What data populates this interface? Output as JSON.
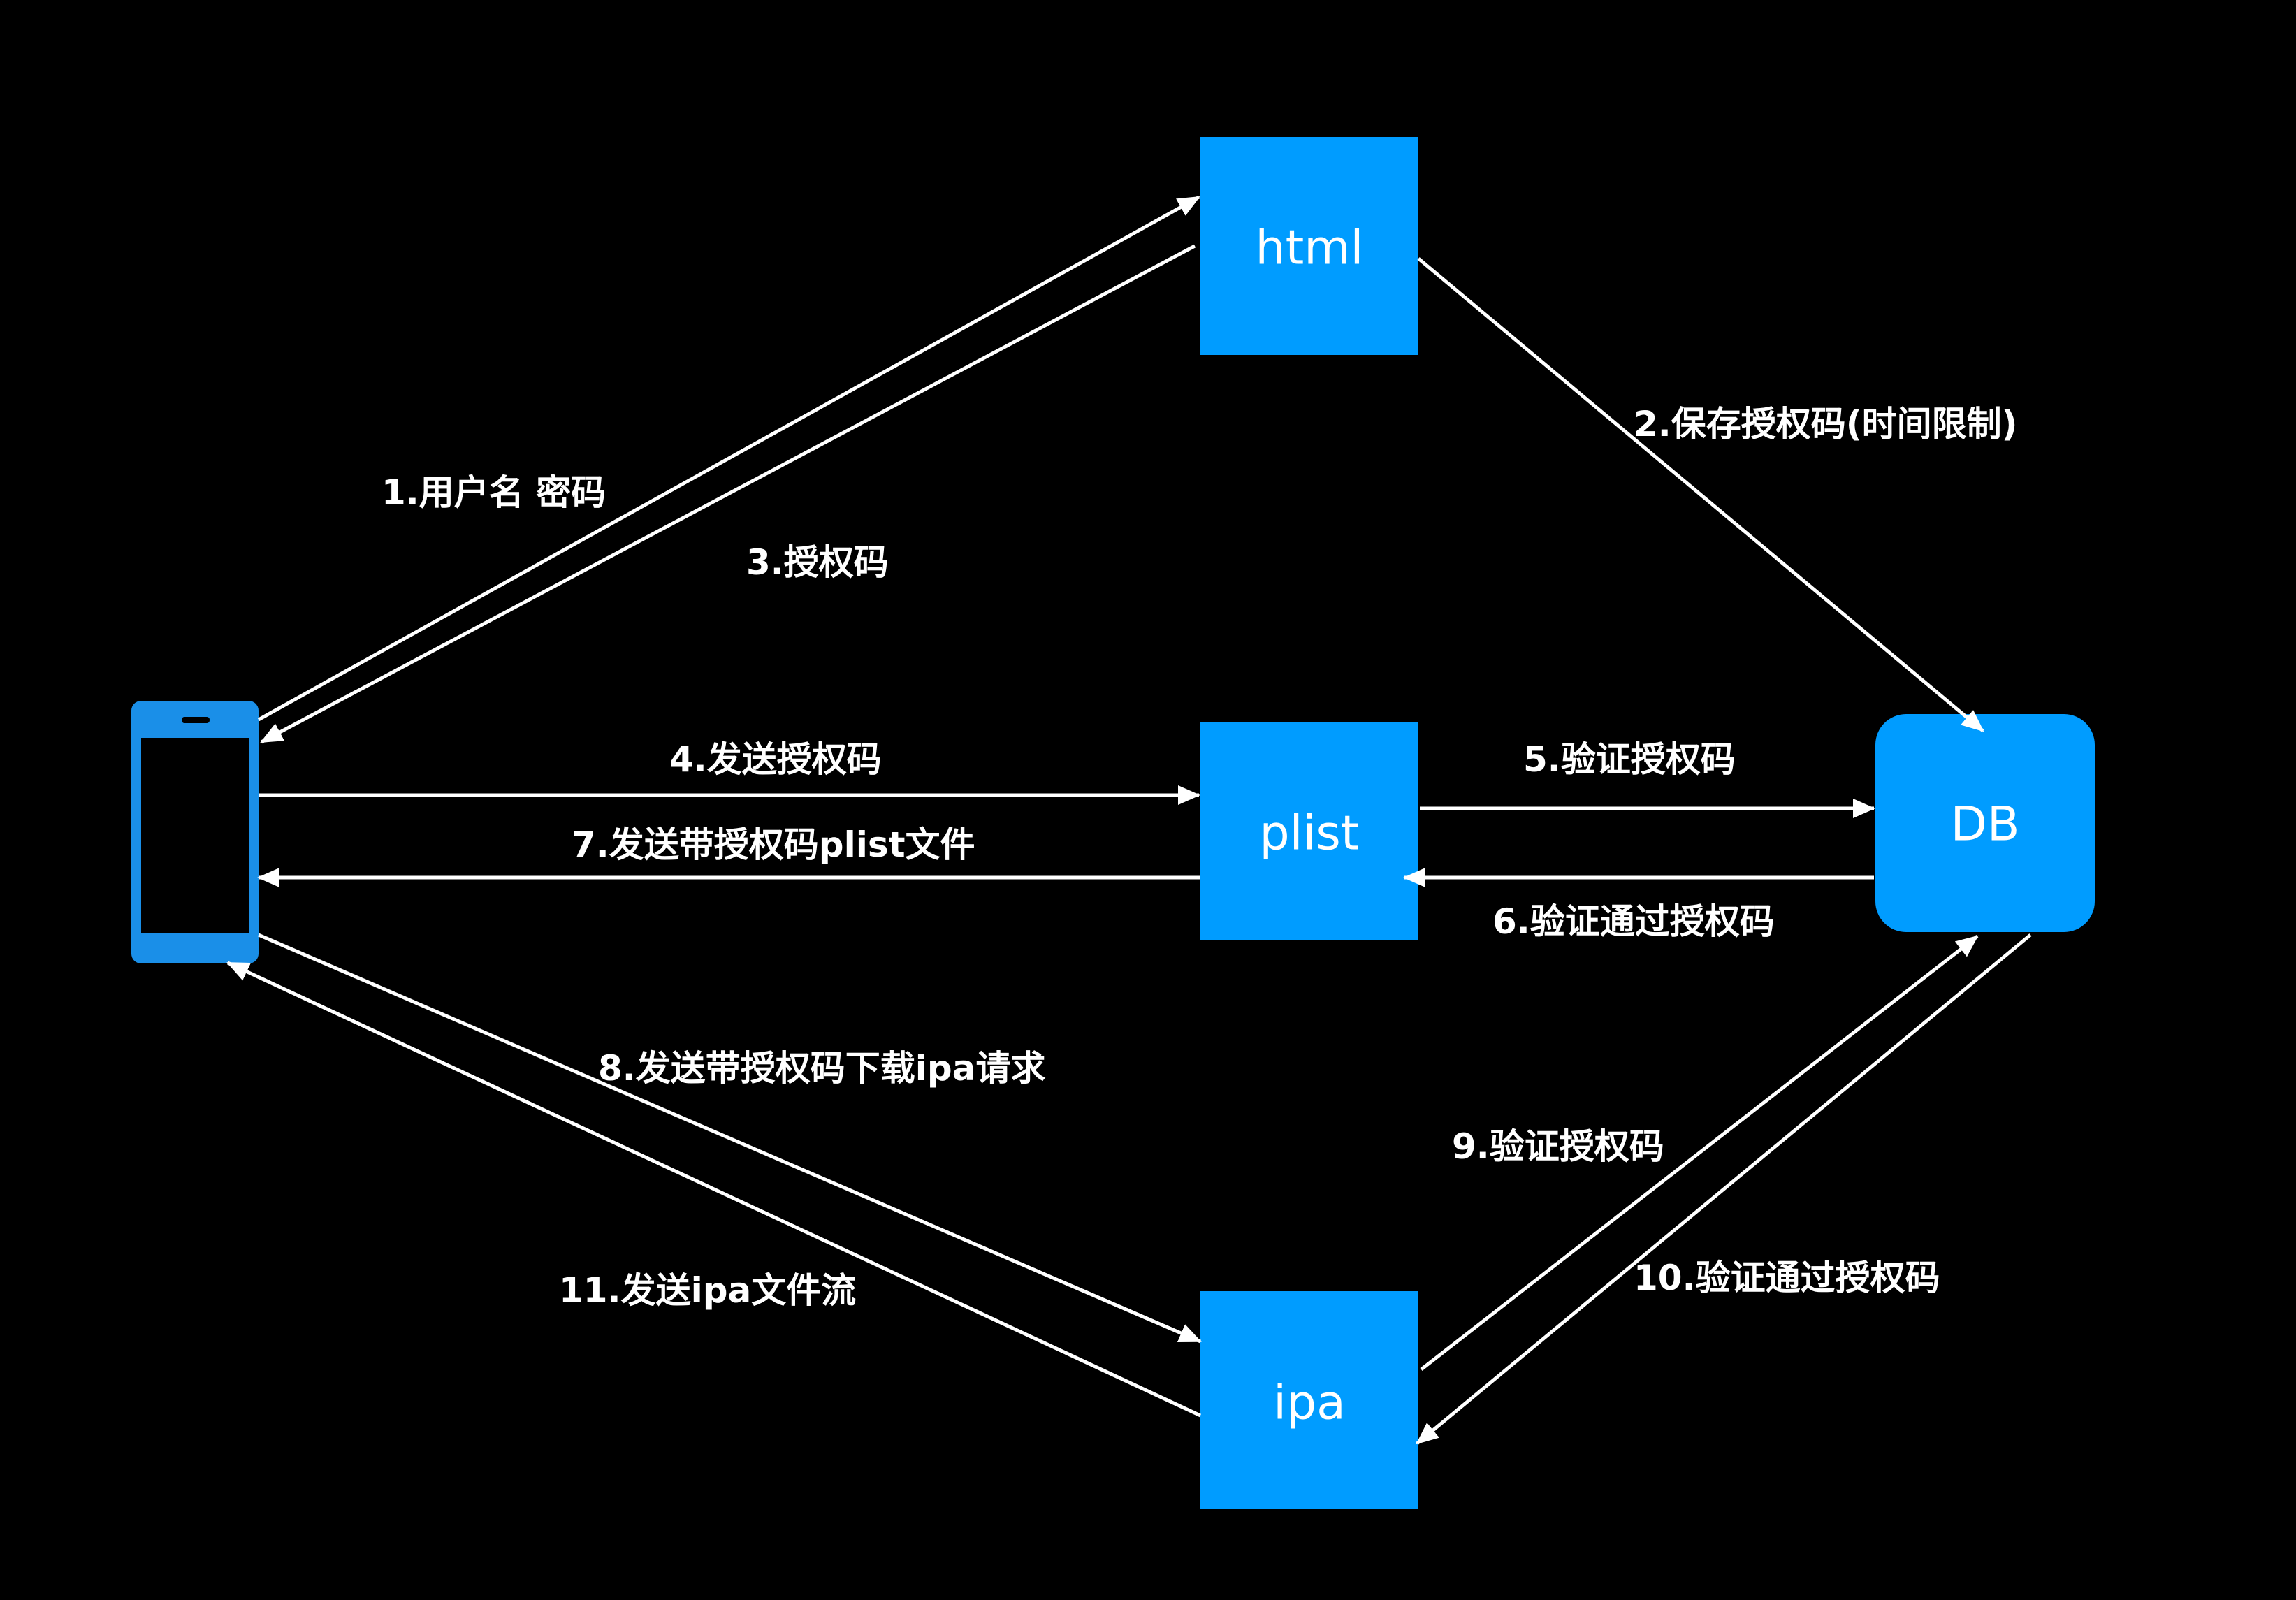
{
  "colors": {
    "background": "#000000",
    "node_fill": "#009cff",
    "phone_fill": "#1a8fe8",
    "arrow": "#ffffff",
    "text": "#ffffff"
  },
  "nodes": {
    "phone": {
      "icon": "smartphone-icon"
    },
    "html": {
      "label": "html"
    },
    "plist": {
      "label": "plist"
    },
    "ipa": {
      "label": "ipa"
    },
    "db": {
      "label": "DB"
    }
  },
  "steps": [
    {
      "id": "step-1",
      "label": "1.用户名 密码",
      "from": "phone",
      "to": "html"
    },
    {
      "id": "step-2",
      "label": "2.保存授权码(时间限制)",
      "from": "html",
      "to": "db"
    },
    {
      "id": "step-3",
      "label": "3.授权码",
      "from": "html",
      "to": "phone"
    },
    {
      "id": "step-4",
      "label": "4.发送授权码",
      "from": "phone",
      "to": "plist"
    },
    {
      "id": "step-5",
      "label": "5.验证授权码",
      "from": "plist",
      "to": "db"
    },
    {
      "id": "step-6",
      "label": "6.验证通过授权码",
      "from": "db",
      "to": "plist"
    },
    {
      "id": "step-7",
      "label": "7.发送带授权码plist文件",
      "from": "plist",
      "to": "phone"
    },
    {
      "id": "step-8",
      "label": "8.发送带授权码下载ipa请求",
      "from": "phone",
      "to": "ipa"
    },
    {
      "id": "step-9",
      "label": "9.验证授权码",
      "from": "ipa",
      "to": "db"
    },
    {
      "id": "step-10",
      "label": "10.验证通过授权码",
      "from": "db",
      "to": "ipa"
    },
    {
      "id": "step-11",
      "label": "11.发送ipa文件流",
      "from": "ipa",
      "to": "phone"
    }
  ]
}
